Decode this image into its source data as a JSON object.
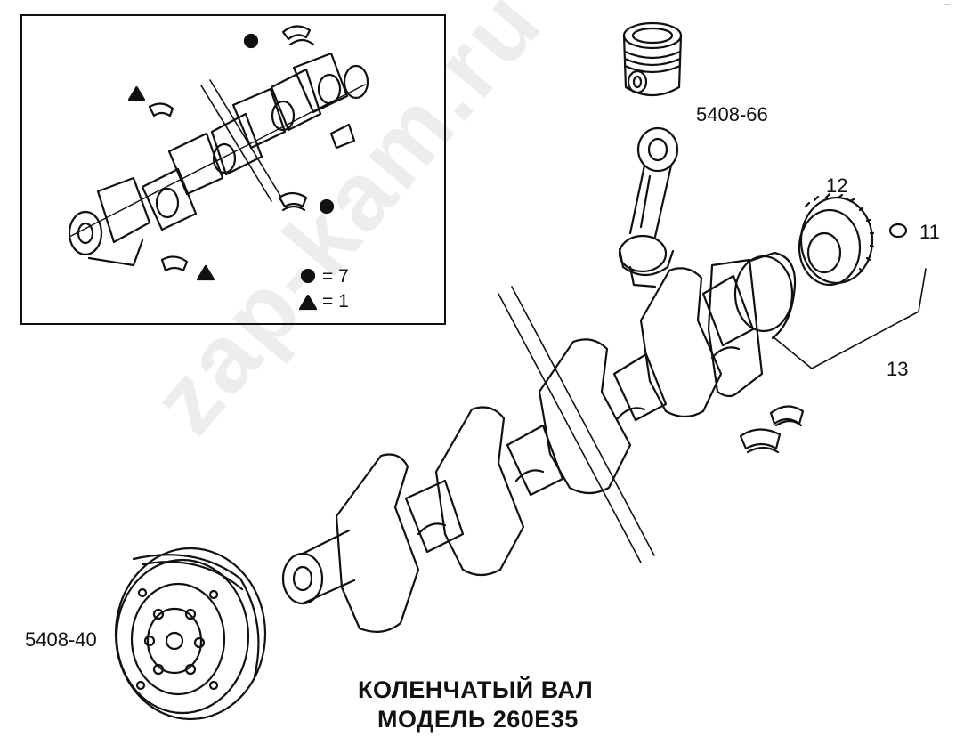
{
  "diagram": {
    "title_line1": "КОЛЕНЧАТЫЙ ВАЛ",
    "title_line2": "МОДЕЛЬ 260Е35",
    "labels": {
      "piston_group": "5408-66",
      "pulley": "5408-40",
      "gear": "12",
      "key": "11",
      "assembly": "13"
    },
    "inset": {
      "legend_circle": "= 7",
      "legend_triangle": "= 1"
    },
    "watermark": "zap-kam.ru",
    "corner_mark": "°°"
  }
}
